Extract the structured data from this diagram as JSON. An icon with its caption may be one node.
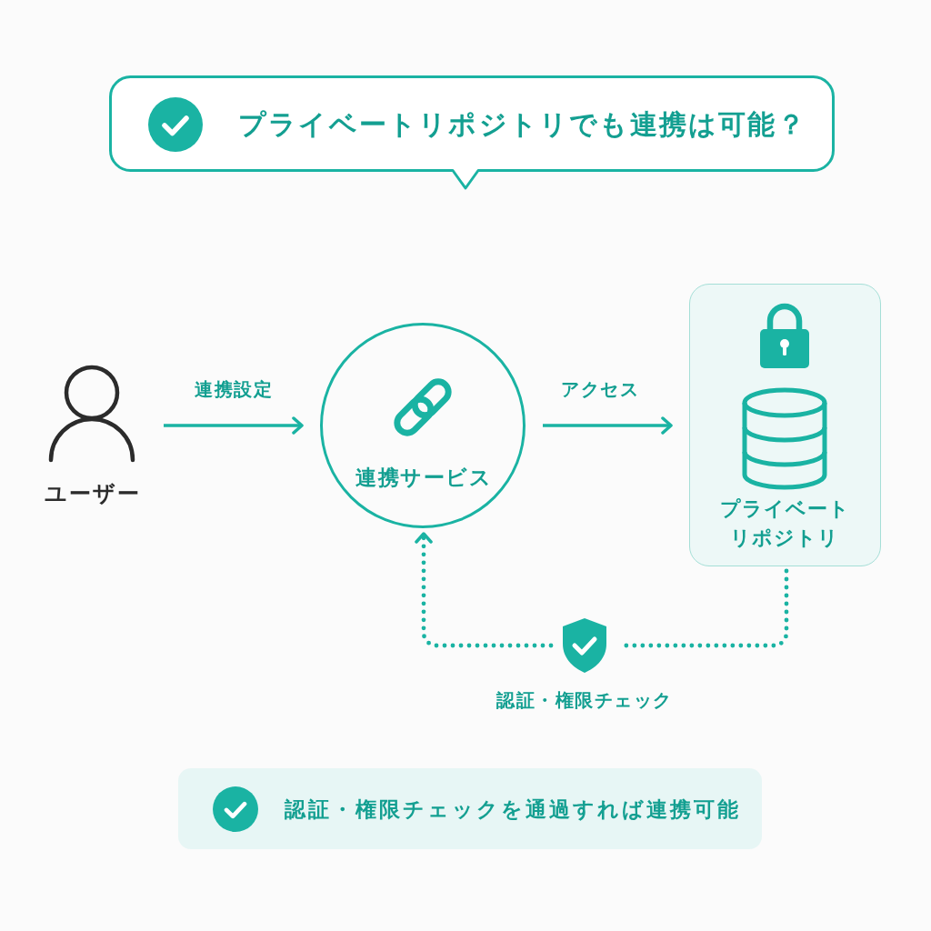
{
  "diagram": {
    "nodes": [
      {
        "text": [
          "プライベートリポジトリでも連携は可能？"
        ]
      },
      {
        "text": [
          "ユーザー"
        ]
      },
      {
        "text": [
          "連携サービス"
        ]
      },
      {
        "text": [
          "プライベートリポジトリ"
        ]
      },
      {
        "text": [],
        "shape": "shield",
        "beside": [
          "認証・権限チェック"
        ]
      },
      {
        "text": [
          "認証・権限チェックを通過すれば連携可能"
        ]
      }
    ],
    "edges": [
      {
        "from": 1,
        "to": 2,
        "arrow": "to",
        "label": "連携設定"
      },
      {
        "from": 2,
        "to": 3,
        "arrow": "to",
        "label": "アクセス"
      },
      {
        "from": 3,
        "to": 4,
        "arrow": "none",
        "style": "dashed"
      },
      {
        "from": 4,
        "to": 2,
        "arrow": "to",
        "style": "dashed"
      }
    ]
  }
}
